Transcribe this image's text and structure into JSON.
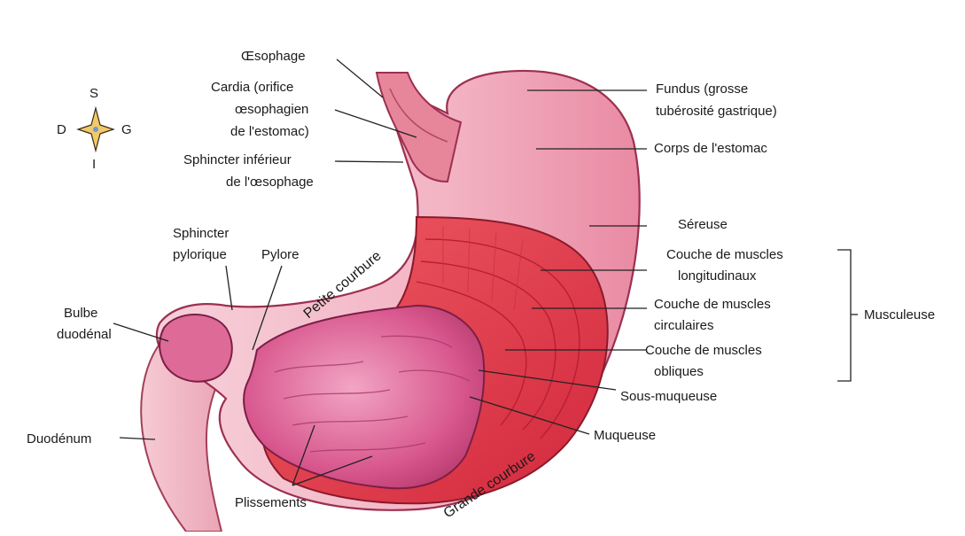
{
  "compass": {
    "north": "S",
    "west": "D",
    "east": "G",
    "south": "I"
  },
  "labels": {
    "oesophage": "Œsophage",
    "cardia_l1": "Cardia (orifice",
    "cardia_l2": "œsophagien",
    "cardia_l3": "de l'estomac)",
    "sphincter_inf_l1": "Sphincter inférieur",
    "sphincter_inf_l2": "de l'œsophage",
    "fundus_l1": "Fundus (grosse",
    "fundus_l2": "tubérosité gastrique)",
    "corps": "Corps de l'estomac",
    "sereuse": "Séreuse",
    "long_l1": "Couche de muscles",
    "long_l2": "longitudinaux",
    "circ_l1": "Couche de muscles",
    "circ_l2": "circulaires",
    "obl_l1": "Couche de muscles",
    "obl_l2": "obliques",
    "musculeuse": "Musculeuse",
    "sous_muqueuse": "Sous-muqueuse",
    "muqueuse": "Muqueuse",
    "grande_courbure": "Grande courbure",
    "petite_courbure": "Petite courbure",
    "sphincter_pyl_l1": "Sphincter",
    "sphincter_pyl_l2": "pylorique",
    "pylore": "Pylore",
    "bulbe_l1": "Bulbe",
    "bulbe_l2": "duodénal",
    "duodenum": "Duodénum",
    "plissements": "Plissements"
  },
  "colors": {
    "stomach_outer": "#f2b8c6",
    "muscle": "#e23a4a",
    "muscle_dark": "#b81f33",
    "mucosa": "#d94f86",
    "duodenum": "#f4b6c3"
  }
}
